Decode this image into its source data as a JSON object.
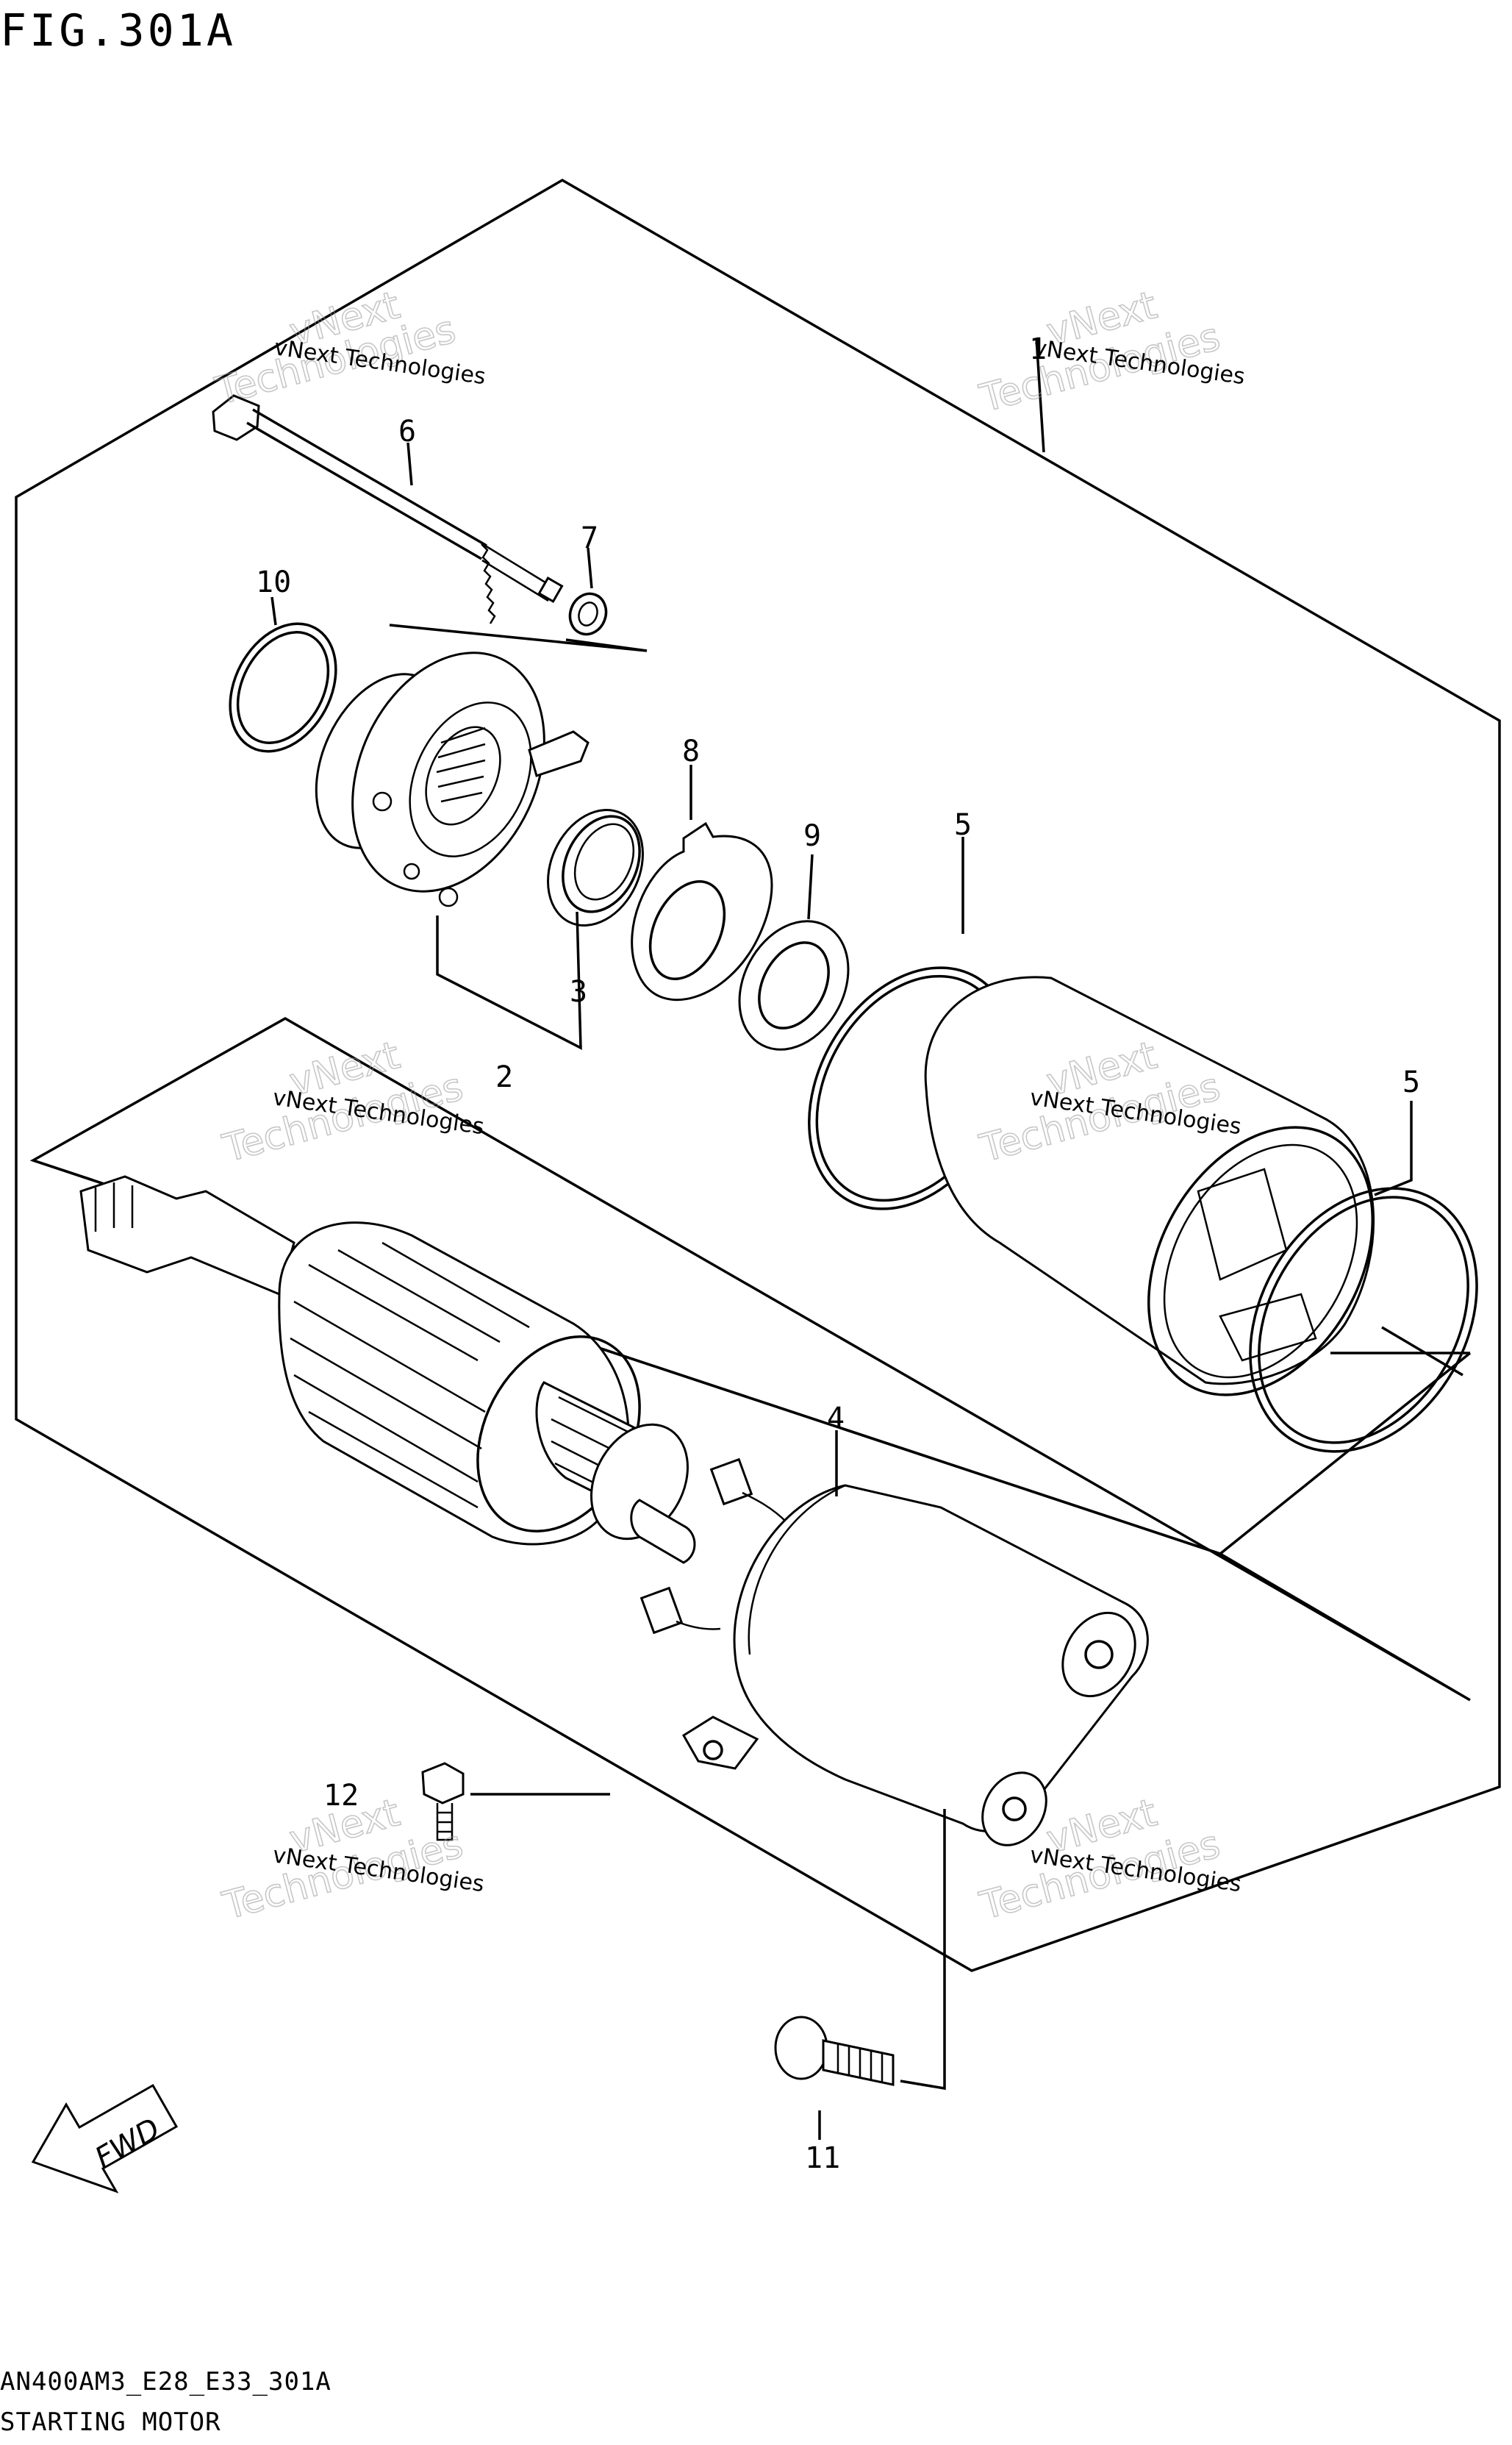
{
  "figure": {
    "title": "FIG.301A"
  },
  "footer": {
    "code": "AN400AM3_E28_E33_301A",
    "name": "STARTING MOTOR"
  },
  "watermark": {
    "line1": "vNext Technologies",
    "big1": "vNext",
    "big2": "Technologies"
  },
  "fwd_label": "FWD",
  "callouts": [
    {
      "id": "1",
      "label": "1"
    },
    {
      "id": "2",
      "label": "2"
    },
    {
      "id": "3",
      "label": "3"
    },
    {
      "id": "4",
      "label": "4"
    },
    {
      "id": "5a",
      "label": "5"
    },
    {
      "id": "5b",
      "label": "5"
    },
    {
      "id": "6",
      "label": "6"
    },
    {
      "id": "7",
      "label": "7"
    },
    {
      "id": "8",
      "label": "8"
    },
    {
      "id": "9",
      "label": "9"
    },
    {
      "id": "10",
      "label": "10"
    },
    {
      "id": "11",
      "label": "11"
    },
    {
      "id": "12",
      "label": "12"
    }
  ]
}
